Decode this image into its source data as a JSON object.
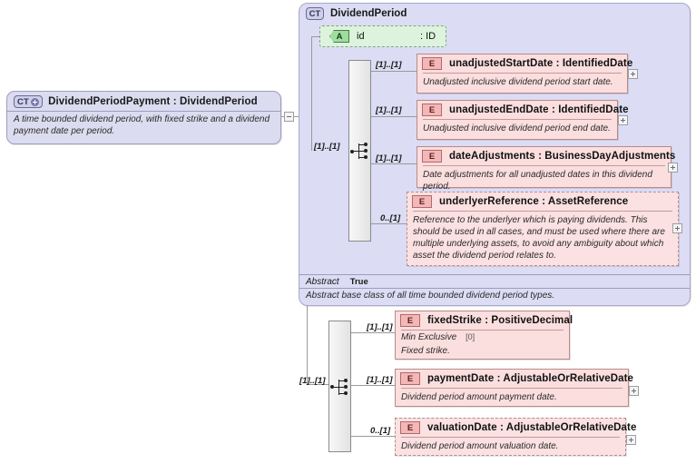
{
  "diagram": {
    "title": "DividendPeriodPayment XSD structure",
    "background": "#ffffff",
    "colors": {
      "complex_type_fill": "#dcdcf0",
      "group_panel_fill": "#dcdcf4",
      "element_fill": "#fbdede",
      "attribute_fill": "#ddf3dd",
      "sequence_fill": "#efefef",
      "line": "#9a9a9a"
    }
  },
  "root_type": {
    "badge": "CT",
    "badge_icon": "plus-circle-icon",
    "title": "DividendPeriodPayment : DividendPeriod",
    "documentation": "A time bounded dividend period, with fixed strike and a dividend payment date per period.",
    "toggle": "−"
  },
  "group": {
    "badge": "CT",
    "title": "DividendPeriod",
    "attribute": {
      "badge": "A",
      "name": "id",
      "type": ": ID"
    },
    "abstract": {
      "label": "Abstract",
      "value": "True",
      "documentation": "Abstract base class of all time bounded dividend period types."
    },
    "sequence_cardinality": "[1]..[1]",
    "elements": [
      {
        "badge": "E",
        "title": "unadjustedStartDate : IdentifiedDate",
        "documentation": "Unadjusted inclusive dividend period start date.",
        "cardinality": "[1]..[1]",
        "optional": false,
        "has_expand": true,
        "facet": null
      },
      {
        "badge": "E",
        "title": "unadjustedEndDate : IdentifiedDate",
        "documentation": "Unadjusted inclusive dividend period end date.",
        "cardinality": "[1]..[1]",
        "optional": false,
        "has_expand": true,
        "facet": null
      },
      {
        "badge": "E",
        "title": "dateAdjustments : BusinessDayAdjustments",
        "documentation": "Date adjustments for all unadjusted dates in this dividend period.",
        "cardinality": "[1]..[1]",
        "optional": false,
        "has_expand": true,
        "facet": null
      },
      {
        "badge": "E",
        "title": "underlyerReference : AssetReference",
        "documentation": "Reference to the underlyer which is paying dividends. This should be used in all cases, and must be used where there are multiple underlying assets, to avoid any ambiguity about which asset the dividend period relates to.",
        "cardinality": "0..[1]",
        "optional": true,
        "has_expand": true,
        "facet": null
      }
    ]
  },
  "payment_sequence": {
    "cardinality": "[1]..[1]",
    "elements": [
      {
        "badge": "E",
        "title": "fixedStrike : PositiveDecimal",
        "documentation": "Fixed strike.",
        "cardinality": "[1]..[1]",
        "optional": false,
        "has_expand": false,
        "facet": {
          "label": "Min Exclusive",
          "value": "[0]"
        }
      },
      {
        "badge": "E",
        "title": "paymentDate : AdjustableOrRelativeDate",
        "documentation": "Dividend period amount payment date.",
        "cardinality": "[1]..[1]",
        "optional": false,
        "has_expand": true,
        "facet": null
      },
      {
        "badge": "E",
        "title": "valuationDate : AdjustableOrRelativeDate",
        "documentation": "Dividend period amount valuation date.",
        "cardinality": "0..[1]",
        "optional": true,
        "has_expand": true,
        "facet": null
      }
    ]
  }
}
